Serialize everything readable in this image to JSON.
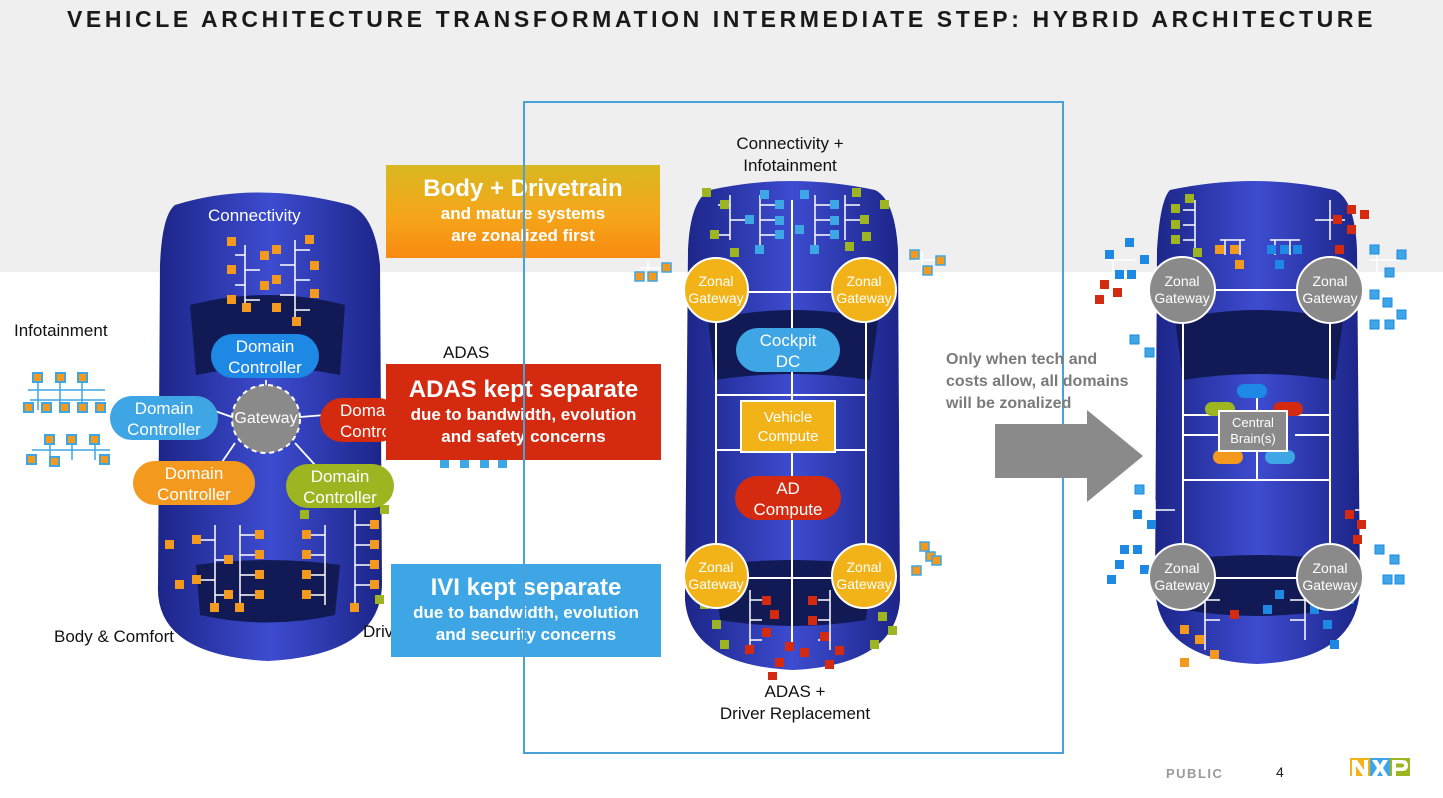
{
  "title": "VEHICLE ARCHITECTURE TRANSFORMATION INTERMEDIATE STEP: HYBRID ARCHITECTURE",
  "left_car": {
    "labels": {
      "connectivity": "Connectivity",
      "infotainment": "Infotainment",
      "adas": "ADAS",
      "body_comfort": "Body & Comfort",
      "drivetrain": "Driv"
    },
    "domain_controller": "Domain\nController",
    "domain_controller_partial": "Doma\nContro",
    "gateway": "Gateway"
  },
  "callouts": {
    "body_drivetrain": {
      "heading": "Body + Drivetrain",
      "line1": "and mature systems",
      "line2": "are zonalized first",
      "color": "#f4a21a"
    },
    "adas": {
      "heading": "ADAS kept separate",
      "line1": "due to bandwidth, evolution",
      "line2": "and safety concerns",
      "color": "#d42a10"
    },
    "ivi": {
      "heading": "IVI kept separate",
      "line1": "due to bandwidth, evolution",
      "line2": "and security concerns",
      "color": "#3ea6e4"
    }
  },
  "middle_car": {
    "top_label_1": "Connectivity +",
    "top_label_2": "Infotainment",
    "bottom_label_1": "ADAS +",
    "bottom_label_2": "Driver Replacement",
    "zonal_gateway_1": "Zonal",
    "zonal_gateway_2": "Gateway",
    "cockpit_1": "Cockpit",
    "cockpit_2": "DC",
    "vehicle_compute_1": "Vehicle",
    "vehicle_compute_2": "Compute",
    "ad_compute_1": "AD",
    "ad_compute_2": "Compute"
  },
  "arrow_text": {
    "line1": "Only when tech and",
    "line2": "costs allow, all domains",
    "line3": "will be zonalized"
  },
  "right_car": {
    "zonal_gateway_1": "Zonal",
    "zonal_gateway_2": "Gateway",
    "central_1": "Central",
    "central_2": "Brain(s)"
  },
  "footer": {
    "classification": "PUBLIC",
    "page": "4",
    "logo_text": "NXP"
  },
  "colors": {
    "car_body": "#2e3bb0",
    "orange": "#f39a1e",
    "blue": "#3ea6e4",
    "red": "#d42a10",
    "green": "#9cb520",
    "grey": "#8a8a8a",
    "gold": "#f2b318"
  }
}
